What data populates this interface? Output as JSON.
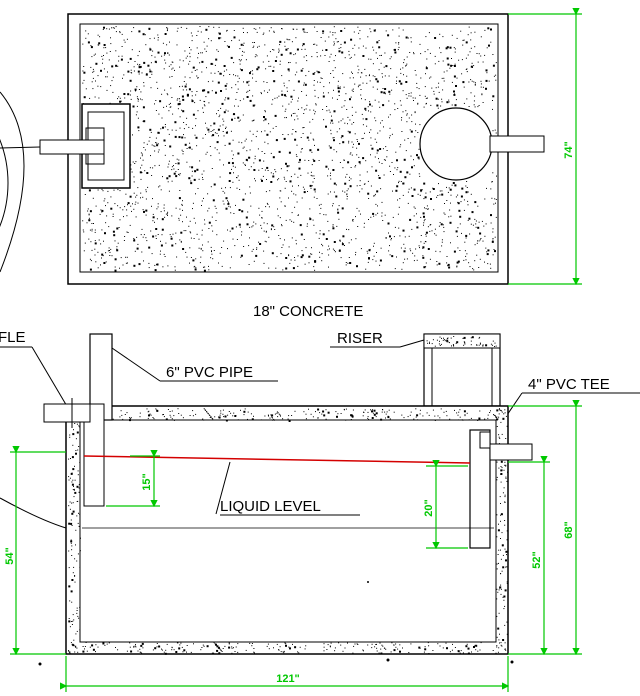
{
  "labels": {
    "riser_line1": "18\" CONCRETE",
    "riser_line2": "RISER",
    "pvc_pipe": "6\" PVC PIPE",
    "pvc_tee": "4\" PVC TEE",
    "baffle_partial": "FLE",
    "liquid_level": "LIQUID LEVEL"
  },
  "dimensions": {
    "top_height": "74\"",
    "total_height": "68\"",
    "liquid_height": "52\"",
    "left_height": "54\"",
    "baffle_drop": "15\"",
    "tee_drop": "20\"",
    "length": "121\""
  },
  "colors": {
    "dimension": "#00c800",
    "liquid_line": "#d40000",
    "line": "#000000"
  }
}
